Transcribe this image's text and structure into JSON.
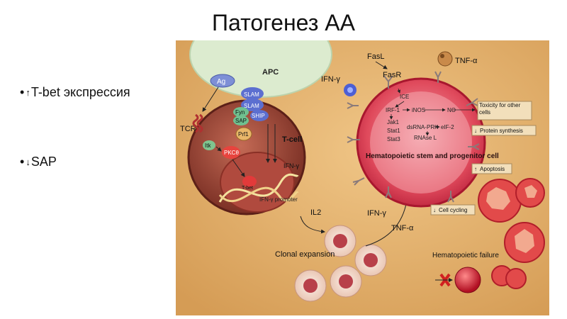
{
  "slide": {
    "title": "Патогенез АА",
    "bullets": [
      {
        "arrow": "↑",
        "text": "T-bet экспрессия"
      },
      {
        "arrow": "↓",
        "text": "SAP"
      }
    ]
  },
  "figure": {
    "apc": "APC",
    "ag": "Ag",
    "tcr": "TCR",
    "t_cell": "T-cell",
    "slam1": "SLAM",
    "slam2": "SLAM",
    "fyn": "Fyn",
    "sap": "SAP",
    "ship": "SHIP",
    "prf1": "Prf1",
    "itk": "Itk",
    "pkc": "PKCθ",
    "tbet": "T-bet",
    "ifn_promoter": "IFN-γ promoter",
    "ifn_tcell": "IFN-γ",
    "il2": "IL2",
    "clonal_expansion": "Clonal expansion",
    "ifn_out": "IFN-γ",
    "tnf_out": "TNF-α",
    "fasl": "FasL",
    "fasr": "FasR",
    "tnf_top": "TNF-α",
    "ifn_left": "IFN-γ",
    "ice": "ICE",
    "irf1": "IRF-1",
    "inos": "iNOS",
    "no": "NO",
    "jak1": "Jak1",
    "stat1": "Stat1",
    "stat3": "Stat3",
    "dsrna": "dsRNA-PRK",
    "eif2": "eIF-2",
    "rnase": "RNAse L",
    "hsc": "Hematopoietic stem and progenitor cell",
    "toxicity": "Toxicity for other cells",
    "protein_synthesis": "Protein synthesis",
    "apoptosis": "Apoptosis",
    "cell_cycling": "Cell cycling",
    "hemato_failure": "Hematopoietic failure",
    "colors": {
      "background": "#e0ad6a",
      "apc": "#dfeed0",
      "tcell": "#a04a3c",
      "hsc": "#d8344a",
      "box": "#f2dfbb"
    }
  }
}
